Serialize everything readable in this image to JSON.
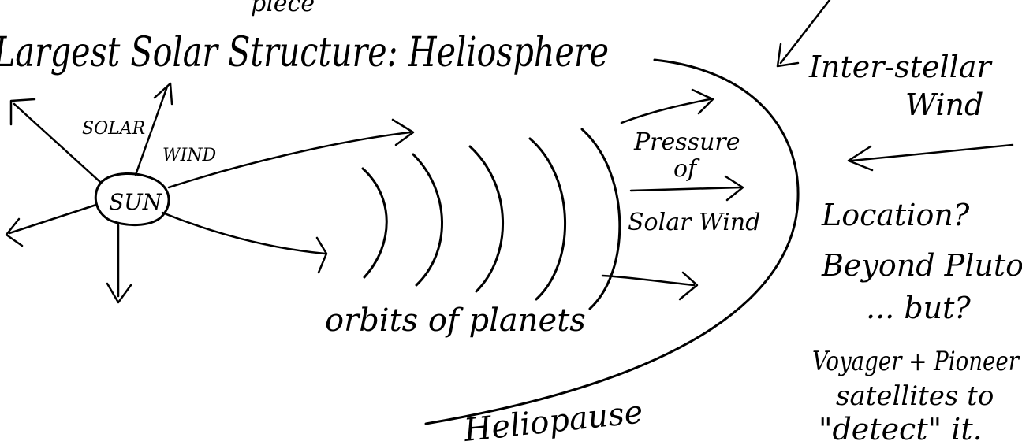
{
  "title": {
    "overflow_text": "piece",
    "main_text": "Largest Solar Structure: Heliosphere"
  },
  "sun": {
    "label": "SUN",
    "solar_label": "SOLAR",
    "wind_label": "WIND"
  },
  "orbits": {
    "label": "orbits of planets",
    "count": 5
  },
  "pressure": {
    "line1": "Pressure",
    "line2": "of",
    "line3": "Solar Wind"
  },
  "interstellar": {
    "line1": "Inter-stellar",
    "line2": "Wind"
  },
  "location": {
    "line1": "Location?",
    "line2": "Beyond Pluto",
    "line3": "... but?"
  },
  "spacecraft": {
    "line1": "Voyager + Pioneer",
    "line2": "satellites to",
    "line3": "\"detect\" it."
  },
  "heliopause": {
    "label": "Heliopause"
  }
}
